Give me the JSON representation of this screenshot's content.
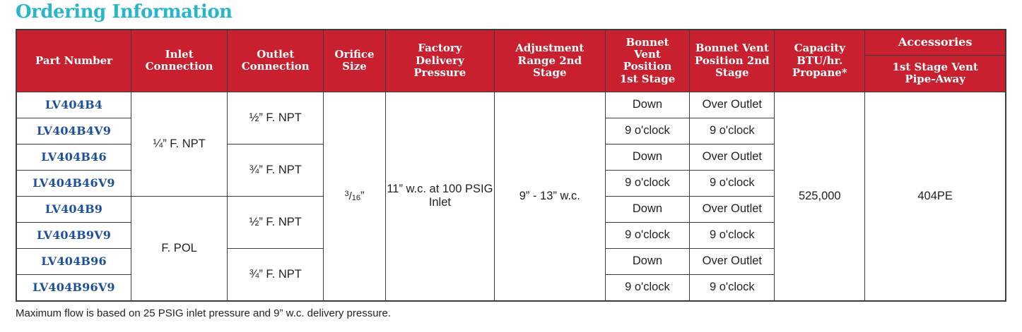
{
  "title": "Ordering Information",
  "headers": {
    "part_number": "Part Number",
    "inlet_connection": "Inlet\nConnection",
    "outlet_connection": "Outlet\nConnection",
    "orifice_size": "Orifice\nSize",
    "factory_delivery_pressure": "Factory\nDelivery\nPressure",
    "adjustment_range_2nd_stage": "Adjustment\nRange 2nd\nStage",
    "bonnet_vent_position_1st_stage": "Bonnet\nVent\nPosition\n1st Stage",
    "bonnet_vent_position_2nd_stage": "Bonnet Vent\nPosition 2nd\nStage",
    "capacity": "Capacity\nBTU/hr.\nPropane*",
    "accessories": "Accessories",
    "accessories_sub": "1st Stage Vent\nPipe-Away"
  },
  "rows": [
    {
      "part": "LV404B4",
      "bonnet1": "Down",
      "bonnet2": "Over Outlet"
    },
    {
      "part": "LV404B4V9",
      "bonnet1": "9 o'clock",
      "bonnet2": "9 o'clock"
    },
    {
      "part": "LV404B46",
      "bonnet1": "Down",
      "bonnet2": "Over Outlet"
    },
    {
      "part": "LV404B46V9",
      "bonnet1": "9 o'clock",
      "bonnet2": "9 o'clock"
    },
    {
      "part": "LV404B9",
      "bonnet1": "Down",
      "bonnet2": "Over Outlet"
    },
    {
      "part": "LV404B9V9",
      "bonnet1": "9 o'clock",
      "bonnet2": "9 o'clock"
    },
    {
      "part": "LV404B96",
      "bonnet1": "Down",
      "bonnet2": "Over Outlet"
    },
    {
      "part": "LV404B96V9",
      "bonnet1": "9 o'clock",
      "bonnet2": "9 o'clock"
    }
  ],
  "merged": {
    "inlet_1": "¼” F. NPT",
    "inlet_2": "F. POL",
    "outlet_half": "½” F. NPT",
    "outlet_three_quarter": "¾” F. NPT",
    "orifice_size_value_num": "3",
    "orifice_size_value_den": "16",
    "orifice_size_unit": "”",
    "factory_delivery_pressure": "11” w.c. at 100 PSIG Inlet",
    "adjustment_range": "9” - 13” w.c.",
    "capacity": "525,000",
    "accessories": "404PE"
  },
  "footnote": "Maximum flow is based on 25 PSIG inlet pressure and 9” w.c. delivery pressure.",
  "colors": {
    "header_red": "#c8202f",
    "title_teal": "#29b6c8",
    "part_blue": "#1c4f9c",
    "border": "#3c3c3c"
  }
}
